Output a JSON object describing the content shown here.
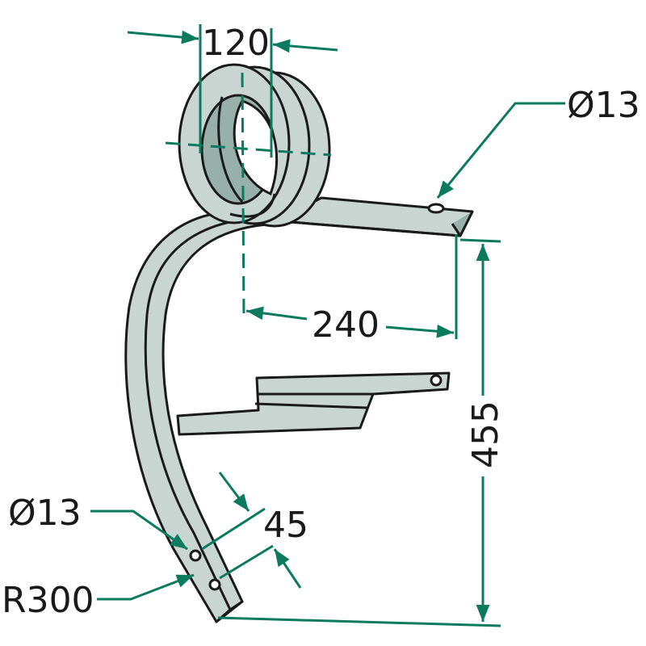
{
  "colors": {
    "steel": "#c9d5d1",
    "steel_dark": "#97b0a9",
    "outline": "#1a1a1a",
    "dimension": "#0b7a5f"
  },
  "labels": {
    "coil_width": "120",
    "top_hole_diameter": "Ø13",
    "horizontal_offset": "240",
    "height": "455",
    "bottom_hole_diameter": "Ø13",
    "hole_spacing": "45",
    "radius": "R300"
  }
}
